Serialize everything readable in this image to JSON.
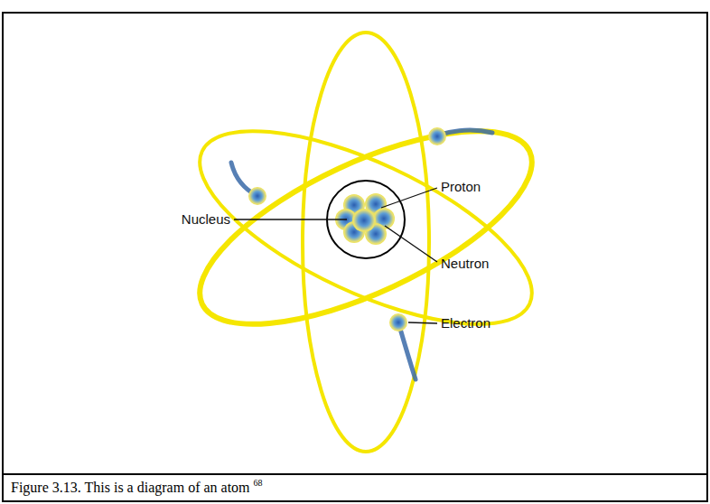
{
  "diagram": {
    "caption": "Figure 3.13. This is a diagram of an atom",
    "labels": [
      "Nucleus",
      "Proton",
      "Neutron",
      "Electron",
      "68"
    ]
  }
}
